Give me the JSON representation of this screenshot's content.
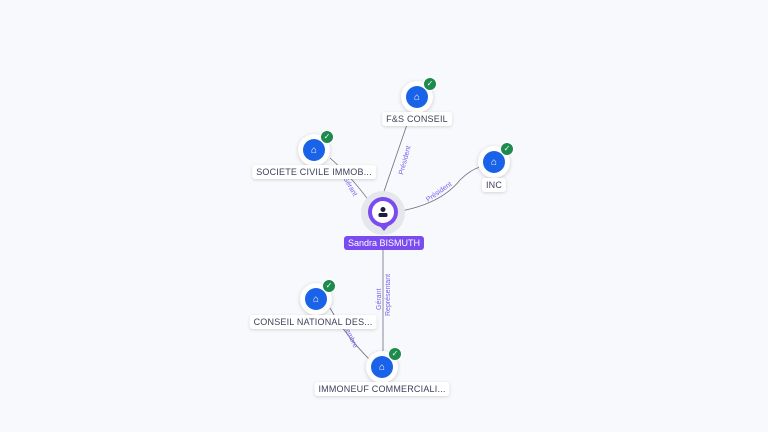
{
  "person": {
    "name": "Sandra BISMUTH"
  },
  "companies": [
    {
      "name": "F&S CONSEIL"
    },
    {
      "name": "SOCIETE CIVILE IMMOB..."
    },
    {
      "name": "INC"
    },
    {
      "name": "CONSEIL NATIONAL DES..."
    },
    {
      "name": "IMMONEUF COMMERCIALI..."
    }
  ],
  "edges": [
    {
      "label": "Président"
    },
    {
      "label": "Gérant"
    },
    {
      "label": "Président"
    },
    {
      "label": "Gérant"
    },
    {
      "label": "Représentant"
    },
    {
      "label": "Membre"
    }
  ],
  "colors": {
    "person": "#7a4cf0",
    "company": "#1a63e8",
    "verified": "#1e8a4c"
  }
}
